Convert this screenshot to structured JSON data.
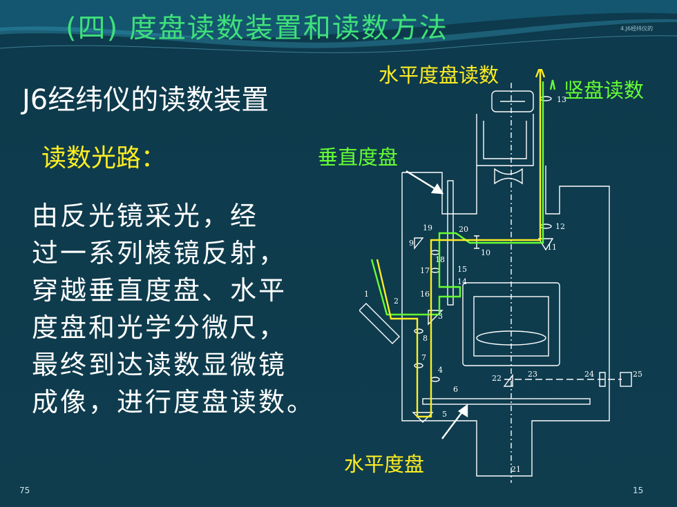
{
  "title": "(四) 度盘读数装置和读数方法",
  "corner_text": "4.J6经纬仪的",
  "subtitle": "J6经纬仪的读数装置",
  "section_heading": "读数光路：",
  "body_lines": [
    "  由反光镜采光，经",
    "过一系列棱镜反射，",
    "穿越垂直度盘、水平",
    "度盘和光学分微尺，",
    "最终到达读数显微镜",
    "成像，进行度盘读数。"
  ],
  "diagram_labels": {
    "horizontal_reading": "水平度盘读数",
    "vertical_reading": "竖盘读数",
    "vertical_circle": "垂直度盘",
    "horizontal_circle": "水平度盘"
  },
  "part_numbers": [
    "1",
    "2",
    "3",
    "4",
    "5",
    "6",
    "7",
    "8",
    "9",
    "10",
    "11",
    "12",
    "13",
    "14",
    "15",
    "16",
    "17",
    "18",
    "19",
    "20",
    "21",
    "22",
    "23",
    "24",
    "25"
  ],
  "page_left": "75",
  "page_right": "15",
  "colors": {
    "background": "#0f3a4a",
    "title": "#3fe07a",
    "yellow": "#ffee22",
    "green": "#66ff33",
    "diagram": "#ffffff"
  }
}
